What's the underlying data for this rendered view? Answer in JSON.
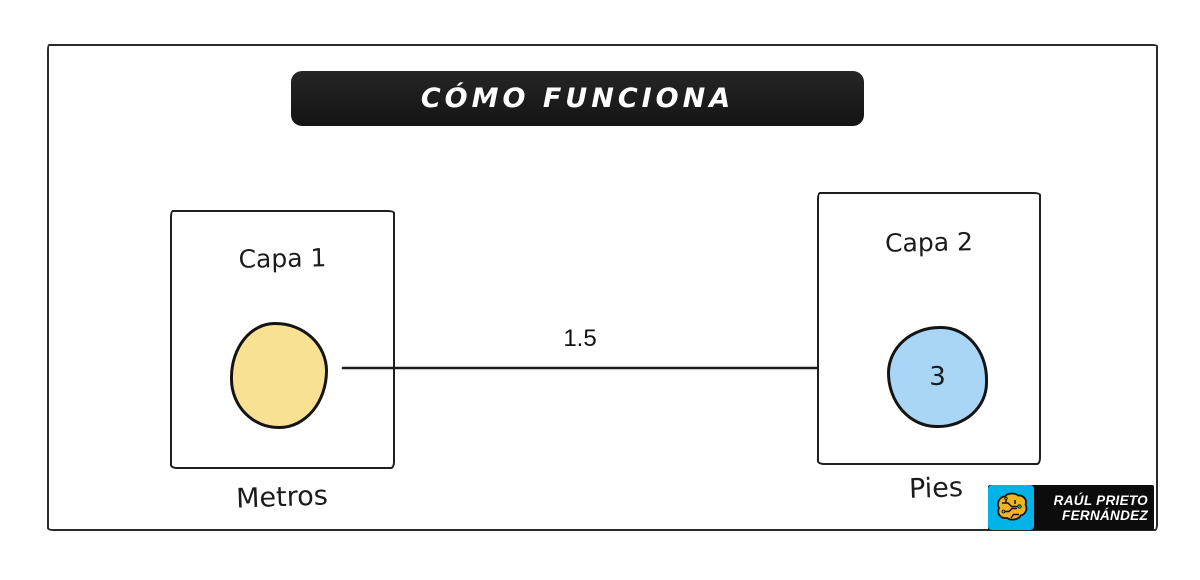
{
  "title_banner": {
    "text": "CÓMO FUNCIONA"
  },
  "diagram": {
    "arrow": {
      "label": "1.5",
      "direction": "left-to-right"
    },
    "layer1": {
      "title": "Capa 1",
      "unit": "Metros",
      "node_value": "",
      "node_color": "#f8e193"
    },
    "layer2": {
      "title": "Capa 2",
      "unit": "Pies",
      "node_value": "3",
      "node_color": "#a9d6f7"
    }
  },
  "logo": {
    "name_line1": "RAÚL PRIETO",
    "name_line2": "FERNÁNDEZ",
    "icon": "brain-circuit-icon",
    "icon_bg": "#00b3e9",
    "brain_color": "#f0b41e",
    "bar_bg": "#0c0c0c"
  },
  "colors": {
    "ink": "#1b1b1b",
    "banner_bg": "#1a1a1a",
    "banner_text": "#ffffff",
    "background": "#ffffff"
  }
}
